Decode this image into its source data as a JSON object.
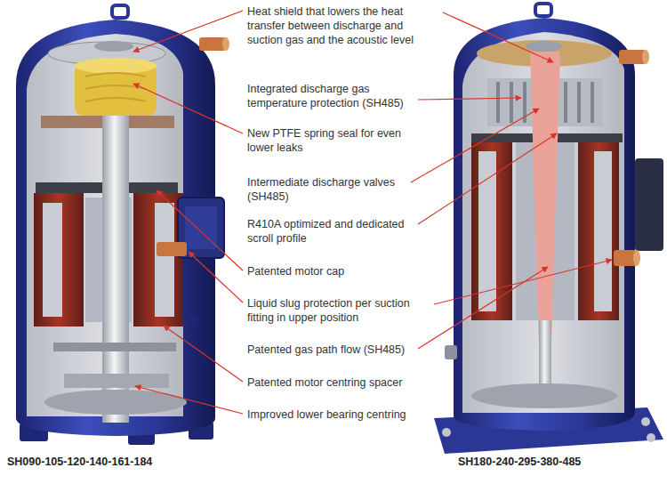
{
  "diagram": {
    "labels": [
      "Heat shield that lowers the heat transfer between discharge and suction gas and the acoustic level",
      "Integrated discharge gas temperature protection (SH485)",
      "New PTFE spring seal for even lower leaks",
      "Intermediate discharge valves (SH485)",
      "R410A optimized and dedicated scroll profile",
      "Patented motor cap",
      "Liquid slug protection per suction fitting in upper position",
      "Patented gas path flow (SH485)",
      "Patented motor centring spacer",
      "Improved lower bearing centring",
      "SH090-105-120-140-161-184",
      "SH180-240-295-380-485"
    ]
  }
}
